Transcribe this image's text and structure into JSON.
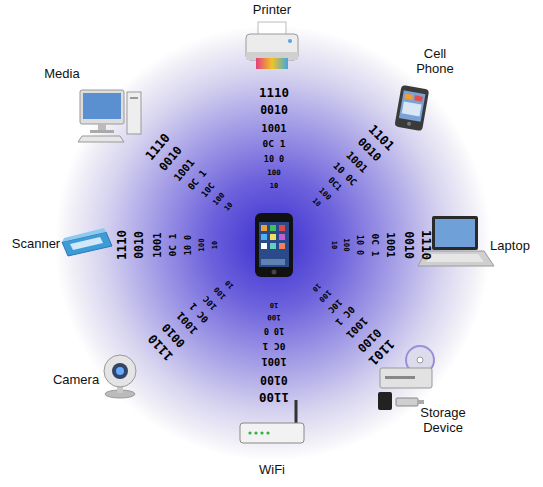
{
  "diagram": {
    "nodes": [
      {
        "text": [
          "Printer"
        ]
      },
      {
        "text": [
          "Cell Phone"
        ]
      },
      {
        "text": [
          "Laptop"
        ]
      },
      {
        "text": [
          "Storage Device"
        ]
      },
      {
        "text": [
          "WiFi"
        ]
      },
      {
        "text": [
          "Camera"
        ]
      },
      {
        "text": [
          "Scanner"
        ]
      },
      {
        "text": [
          "Media"
        ]
      }
    ],
    "labels": [
      "1110",
      "0010",
      "1001",
      "0C 1",
      "10 0",
      "100",
      "10",
      "1101",
      "0010",
      "1001",
      "10 0C",
      "0C1",
      "100",
      "10",
      "1110",
      "0010",
      "1001",
      "0C 1",
      "10 0",
      "100",
      "10",
      "1101",
      "0100",
      "1001",
      "0C 1",
      "10C",
      "100",
      "10",
      "1100",
      "0100",
      "1001",
      "0C 1",
      "10 0",
      "100",
      "10",
      "1110",
      "0010",
      "1001",
      "0C 1",
      "10C",
      "100",
      "10",
      "1110",
      "0010",
      "1001",
      "0C 1",
      "10 0",
      "100",
      "10",
      "1110",
      "0010",
      "1001",
      "0C 1",
      "10C",
      "100",
      "10"
    ]
  }
}
